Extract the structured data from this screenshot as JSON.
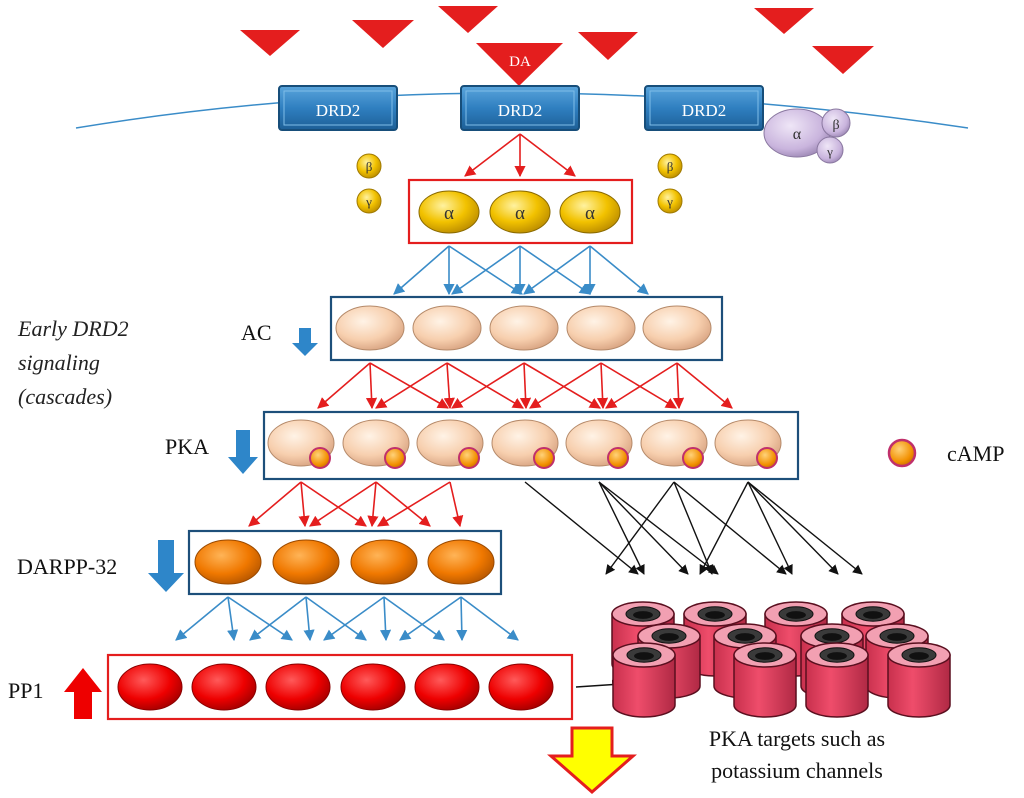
{
  "ligand": {
    "label": "DA"
  },
  "receptor": {
    "labels": [
      "DRD2",
      "DRD2",
      "DRD2"
    ]
  },
  "g_protein": {
    "alpha": "α",
    "beta": "β",
    "gamma": "γ"
  },
  "side_label": {
    "line1": "Early DRD2",
    "line2": "signaling",
    "line3": "(cascades)"
  },
  "levels": {
    "ac": {
      "label": "AC",
      "count": 5,
      "trend": "down"
    },
    "pka": {
      "label": "PKA",
      "count": 7,
      "trend": "down"
    },
    "darpp": {
      "label": "DARPP-32",
      "count": 4,
      "trend": "down"
    },
    "pp1": {
      "label": "PP1",
      "count": 6,
      "trend": "up"
    }
  },
  "legend": {
    "camp_label": "cAMP"
  },
  "targets": {
    "line1": "PKA targets such as",
    "line2": "potassium channels"
  },
  "colors": {
    "red": "#e41e1e",
    "blue_arrow": "#3a8cc8",
    "receptor": "#2f7fc0",
    "gold": "#f2c200",
    "peach": "#f7cfae",
    "orange": "#f07800",
    "pp1_red": "#ee0000",
    "channel": "#ef4d6b",
    "lavender": "#c9b4dd",
    "down_arrow": "#2e86c9",
    "yellow": "#ffff00"
  }
}
